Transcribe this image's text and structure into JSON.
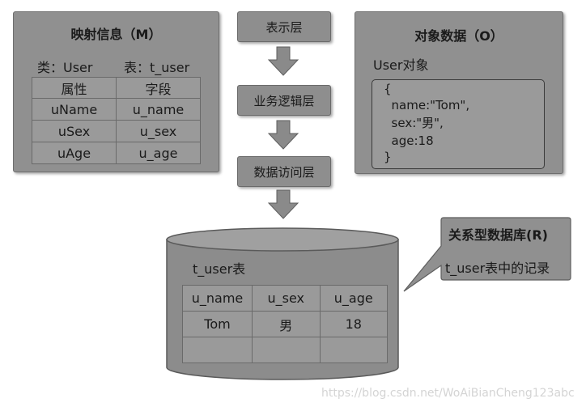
{
  "mapping_panel": {
    "title": "映射信息（M）",
    "class_label": "类：User",
    "table_label": "表：t_user",
    "headers": [
      "属性",
      "字段"
    ],
    "rows": [
      [
        "uName",
        "u_name"
      ],
      [
        "uSex",
        "u_sex"
      ],
      [
        "uAge",
        "u_age"
      ]
    ]
  },
  "layers": {
    "presentation": "表示层",
    "business_logic": "业务逻辑层",
    "data_access": "数据访问层"
  },
  "object_panel": {
    "title": "对象数据（O）",
    "subtitle": "User对象",
    "code_lines": [
      "{",
      "  name:\"Tom\",",
      "  sex:\"男\",",
      "  age:18",
      "}"
    ]
  },
  "database": {
    "table_name": "t_user表",
    "headers": [
      "u_name",
      "u_sex",
      "u_age"
    ],
    "rows": [
      [
        "Tom",
        "男",
        "18"
      ],
      [
        "",
        "",
        ""
      ]
    ]
  },
  "callout": {
    "title": "关系型数据库(R)",
    "text": "t_user表中的记录"
  },
  "watermark": "https://blog.csdn.net/WoAiBianCheng123abc",
  "colors": {
    "panel_fill": "#909090",
    "stage_fill": "#8e8e8e",
    "arrow_fill": "#8a8a8a",
    "cylinder_fill": "#8c8c8c"
  }
}
